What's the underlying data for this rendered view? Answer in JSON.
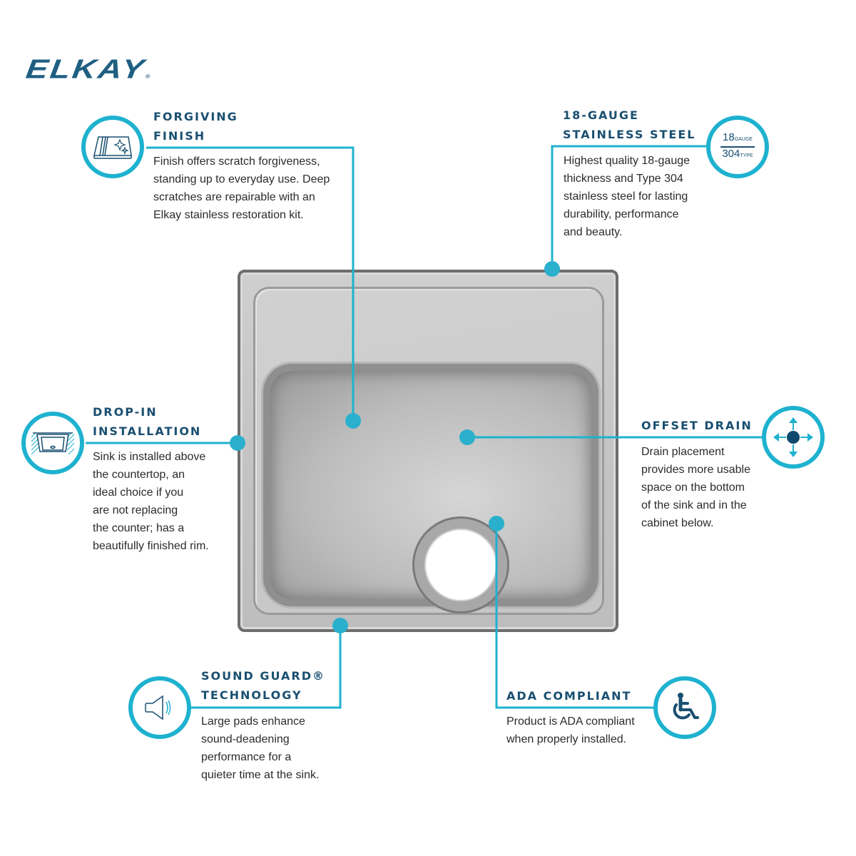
{
  "brand": {
    "name": "ELKAY",
    "mark": "®"
  },
  "colors": {
    "accent": "#1eb2cf",
    "title": "#1a4f70",
    "body": "#2b2b2b",
    "background": "#ffffff",
    "steel": "#c4c4c4"
  },
  "features": {
    "forgiving_finish": {
      "title_lines": [
        "FORGIVING",
        "FINISH"
      ],
      "body_lines": [
        "Finish offers scratch forgiveness,",
        "standing up to everyday use. Deep",
        "scratches are repairable with an",
        "Elkay stainless restoration kit."
      ],
      "icon": "scratch-panel-sparkle-icon"
    },
    "gauge_steel": {
      "title_lines": [
        "18-GAUGE",
        "STAINLESS STEEL"
      ],
      "body_lines": [
        "Highest quality 18-gauge",
        "thickness and Type 304",
        "stainless steel for lasting",
        "durability, performance",
        "and beauty."
      ],
      "icon": "gauge-type-icon",
      "icon_text": {
        "top_num": "18",
        "top_label": "GAUGE",
        "bottom_num": "304",
        "bottom_label": "TYPE"
      }
    },
    "drop_in": {
      "title_lines": [
        "DROP-IN",
        "INSTALLATION"
      ],
      "body_lines": [
        "Sink is installed above",
        "the countertop, an",
        "ideal choice if you",
        "are not replacing",
        "the counter; has a",
        "beautifully finished rim."
      ],
      "icon": "drop-in-sink-icon"
    },
    "offset_drain": {
      "title_lines": [
        "OFFSET DRAIN"
      ],
      "body_lines": [
        "Drain placement",
        "provides more usable",
        "space on the bottom",
        "of the sink and in the",
        "cabinet below."
      ],
      "icon": "offset-arrows-icon"
    },
    "sound_guard": {
      "title_lines": [
        "SOUND GUARD®",
        "TECHNOLOGY"
      ],
      "body_lines": [
        "Large pads enhance",
        "sound-deadening",
        "performance for a",
        "quieter time at the sink."
      ],
      "icon": "speaker-icon"
    },
    "ada": {
      "title_lines": [
        "ADA COMPLIANT"
      ],
      "body_lines": [
        "Product is ADA compliant",
        "when properly installed."
      ],
      "icon": "wheelchair-icon"
    }
  }
}
